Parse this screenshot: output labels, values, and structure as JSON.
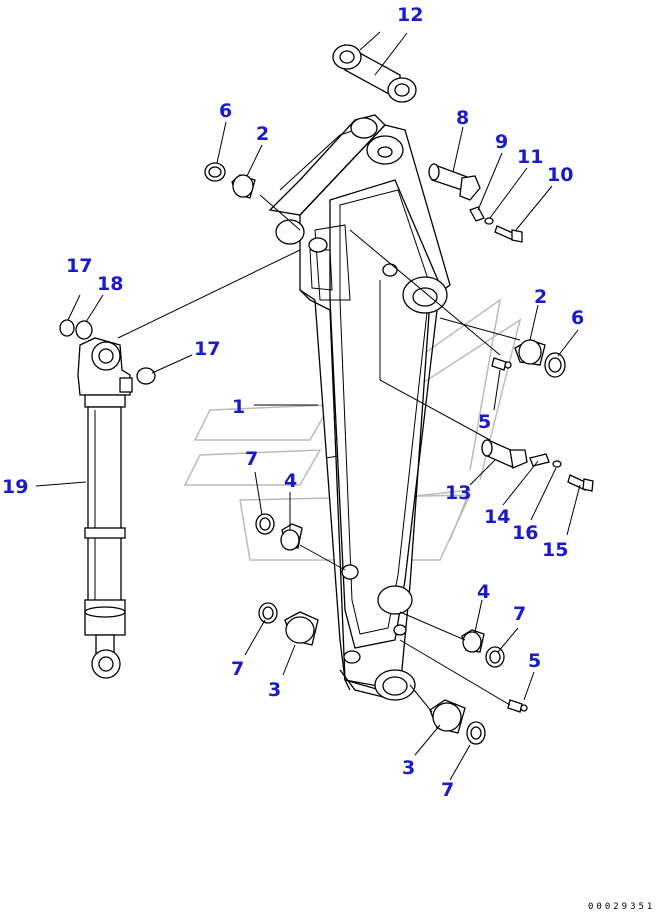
{
  "diagram": {
    "doc_number": "00029351",
    "callouts": {
      "c1": "1",
      "c2a": "2",
      "c2b": "2",
      "c3a": "3",
      "c3b": "3",
      "c4a": "4",
      "c4b": "4",
      "c5a": "5",
      "c5b": "5",
      "c6a": "6",
      "c6b": "6",
      "c7a": "7",
      "c7b": "7",
      "c7c": "7",
      "c7d": "7",
      "c8": "8",
      "c9": "9",
      "c10": "10",
      "c11": "11",
      "c12": "12",
      "c13": "13",
      "c14": "14",
      "c15": "15",
      "c16": "16",
      "c17a": "17",
      "c17b": "17",
      "c18": "18",
      "c19": "19"
    },
    "colors": {
      "callout": "#1a1acc",
      "line": "#000000",
      "watermark": "#bbbbbb"
    }
  }
}
